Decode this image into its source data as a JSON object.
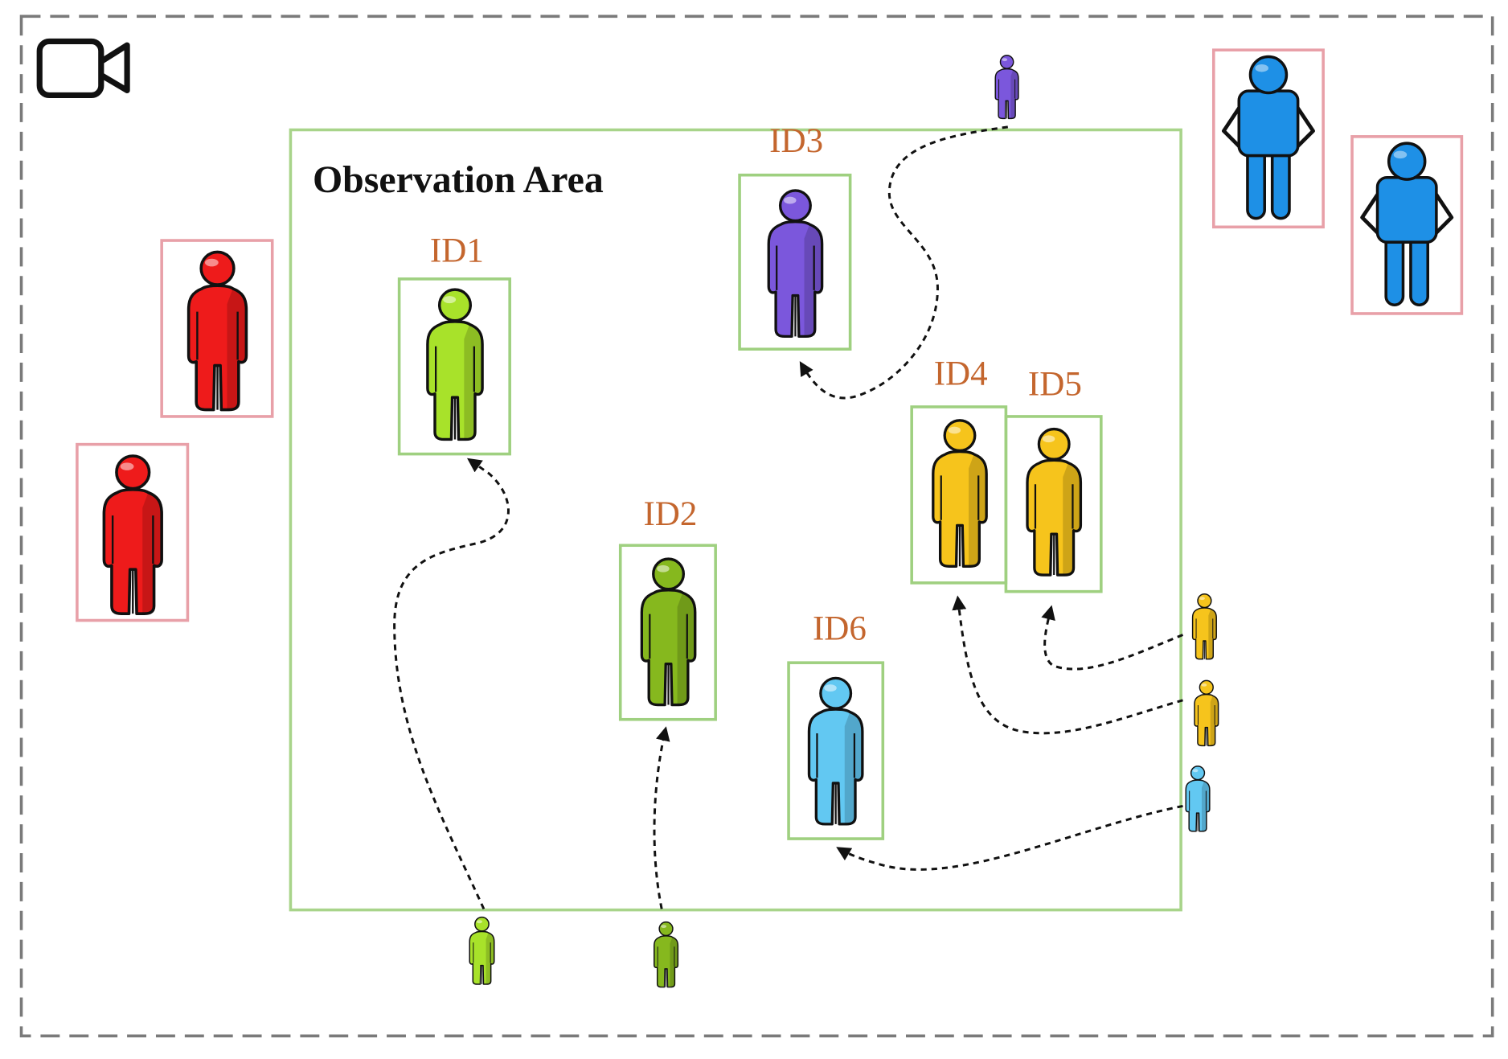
{
  "diagram": {
    "title": "Observation Area",
    "camera_icon": "video-camera-icon",
    "colors": {
      "frame_border": "#7a7a7a",
      "observation_area_border": "#a8d48a",
      "tracked_box": "#9fd080",
      "untracked_box": "#e8a0a8",
      "id_label": "#c4662e",
      "trajectory": "#111111"
    }
  },
  "tracked": [
    {
      "id": "ID1",
      "icon": "person-icon",
      "color": "#a8e22a"
    },
    {
      "id": "ID2",
      "icon": "person-icon",
      "color": "#86b81e"
    },
    {
      "id": "ID3",
      "icon": "person-icon",
      "color": "#7b57dc"
    },
    {
      "id": "ID4",
      "icon": "person-icon",
      "color": "#f6c41c"
    },
    {
      "id": "ID5",
      "icon": "person-icon",
      "color": "#f6c41c"
    },
    {
      "id": "ID6",
      "icon": "person-icon",
      "color": "#62c8f2"
    }
  ],
  "outside": [
    {
      "icon": "person-icon",
      "color": "#ee1b1b"
    },
    {
      "icon": "person-icon",
      "color": "#ee1b1b"
    },
    {
      "icon": "person-hands-on-hips-icon",
      "color": "#1e90e6"
    },
    {
      "icon": "person-hands-on-hips-icon",
      "color": "#1e90e6"
    }
  ]
}
